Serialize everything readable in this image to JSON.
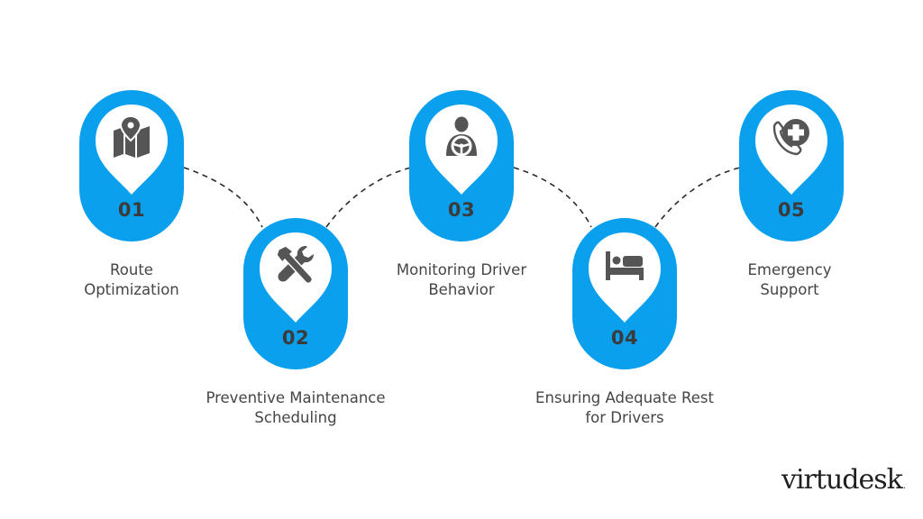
{
  "steps": [
    {
      "number": "01",
      "lines": [
        "Route",
        "Optimization"
      ],
      "icon": "map-pin-icon"
    },
    {
      "number": "02",
      "lines": [
        "Preventive Maintenance",
        "Scheduling"
      ],
      "icon": "tools-icon"
    },
    {
      "number": "03",
      "lines": [
        "Monitoring Driver",
        "Behavior"
      ],
      "icon": "driver-icon"
    },
    {
      "number": "04",
      "lines": [
        "Ensuring Adequate Rest",
        "for Drivers"
      ],
      "icon": "bed-icon"
    },
    {
      "number": "05",
      "lines": [
        "Emergency",
        "Support"
      ],
      "icon": "emergency-call-icon"
    }
  ],
  "brand": {
    "name": "virtudesk",
    "mark": "."
  },
  "colors": {
    "accent": "#0ba0ee",
    "icon": "#555555",
    "number": "#3b3b3b",
    "text": "#454545"
  }
}
